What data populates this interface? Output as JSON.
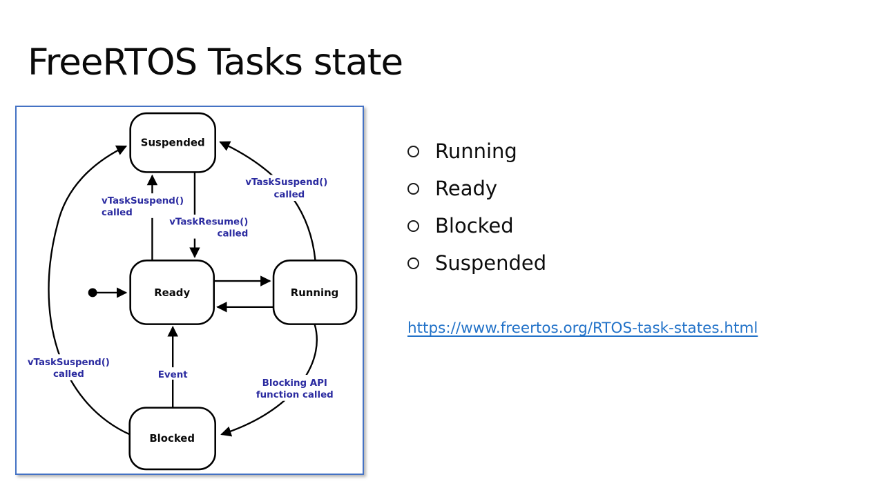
{
  "title": "FreeRTOS Tasks state",
  "diagram": {
    "states": {
      "suspended": "Suspended",
      "ready": "Ready",
      "running": "Running",
      "blocked": "Blocked"
    },
    "labels": {
      "ready_to_suspended_l1": "vTaskSuspend()",
      "ready_to_suspended_l2": "called",
      "suspended_to_ready_l1": "vTaskResume()",
      "suspended_to_ready_l2": "called",
      "running_to_suspended_l1": "vTaskSuspend()",
      "running_to_suspended_l2": "called",
      "blocked_to_suspended_l1": "vTaskSuspend()",
      "blocked_to_suspended_l2": "called",
      "blocked_to_ready": "Event",
      "running_to_blocked_l1": "Blocking API",
      "running_to_blocked_l2": "function called"
    },
    "colors": {
      "transition_label": "#2b2ba0",
      "frame_border": "#4472c4",
      "shape_stroke": "#000000"
    }
  },
  "bullets": [
    {
      "label": "Running"
    },
    {
      "label": "Ready"
    },
    {
      "label": "Blocked"
    },
    {
      "label": "Suspended"
    }
  ],
  "link": {
    "text": "https://www.freertos.org/RTOS-task-states.html",
    "href": "https://www.freertos.org/RTOS-task-states.html"
  }
}
